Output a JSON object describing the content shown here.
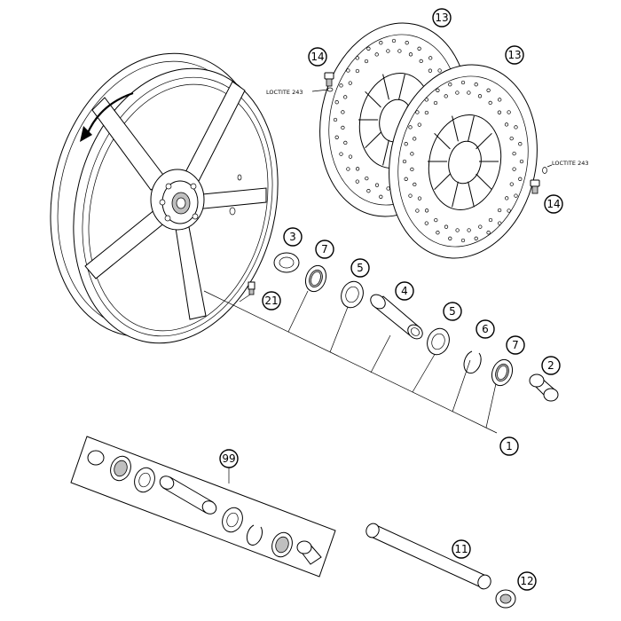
{
  "callouts": {
    "disc_left": "13",
    "disc_right": "13",
    "screw_left": "14",
    "screw_right": "14",
    "bushing_left": "3",
    "seal_left": "7",
    "bearing_left": "5",
    "spacer": "4",
    "bearing_right": "5",
    "circlip": "6",
    "seal_right": "7",
    "bushing_right": "2",
    "valve": "21",
    "wheel": "1",
    "kit": "99",
    "axle": "11",
    "nut": "12"
  },
  "labels": {
    "loctite_left": "LOCTITE 243",
    "loctite_right": "LOCTITE 243"
  },
  "colors": {
    "line": "#000000",
    "background": "#ffffff",
    "shade": "#bfbfbf"
  }
}
